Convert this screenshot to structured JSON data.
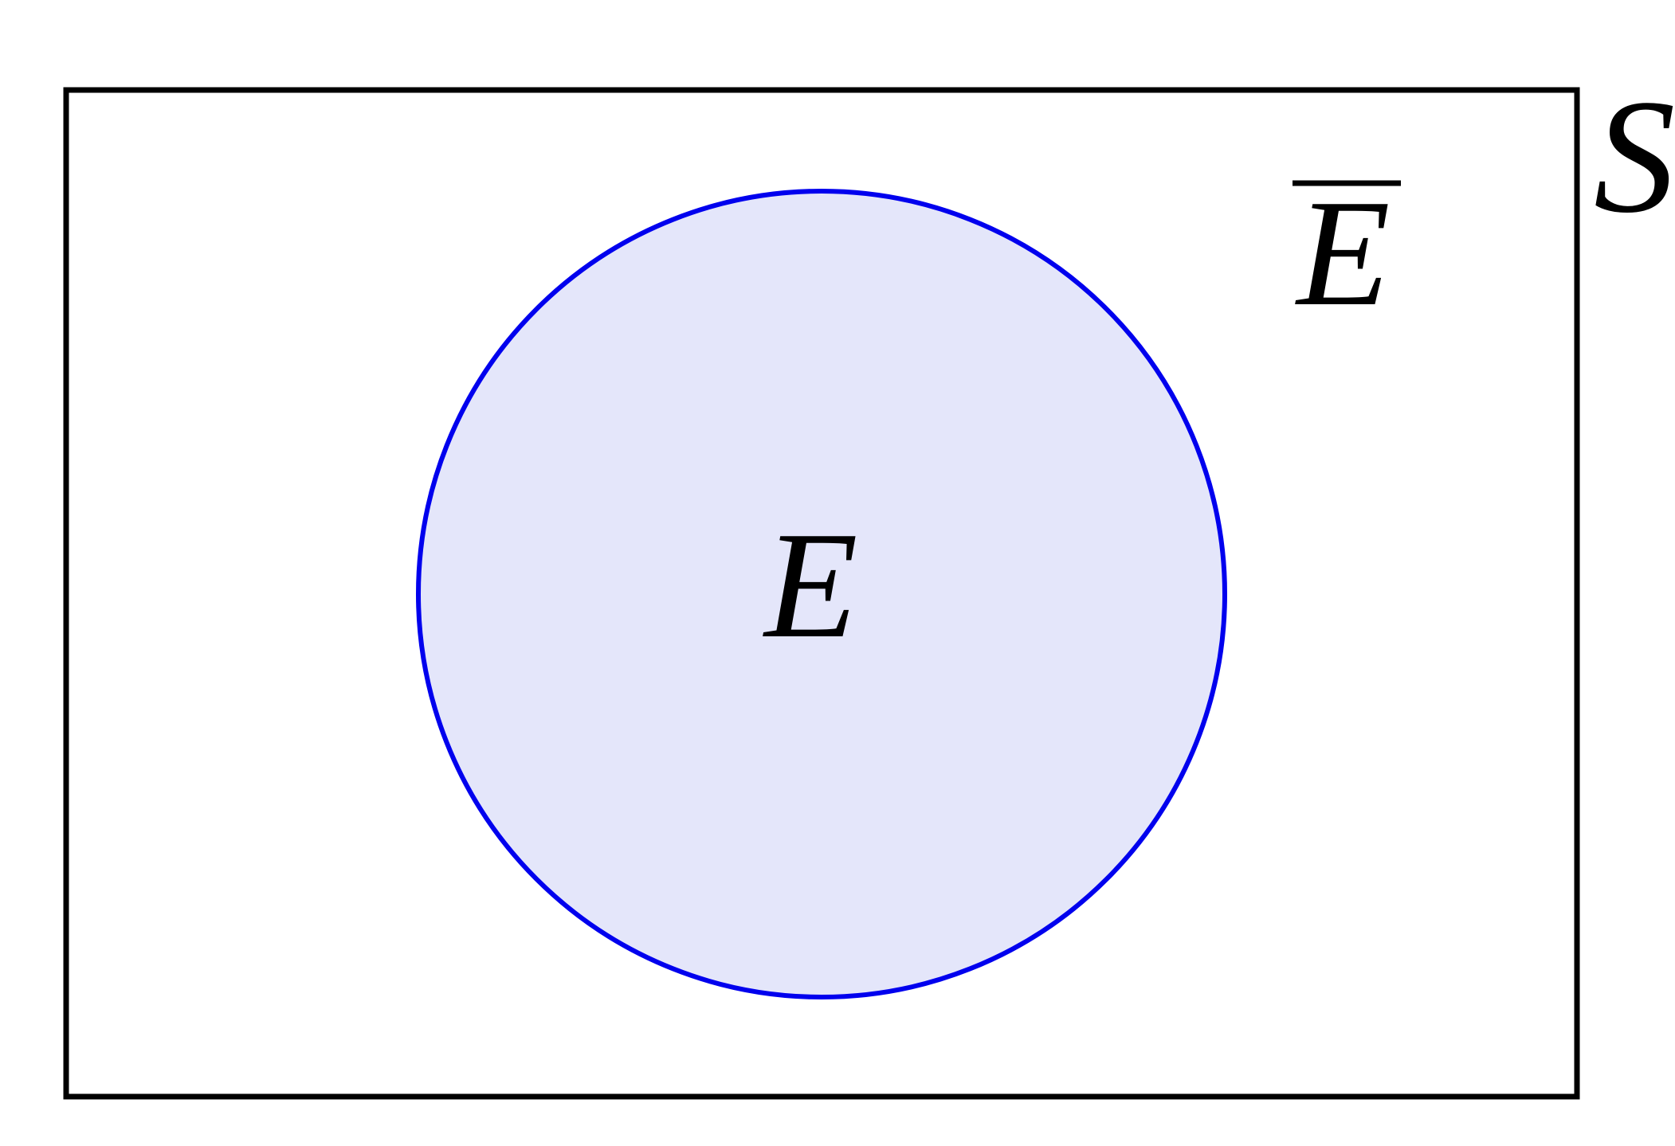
{
  "diagram": {
    "type": "venn",
    "sample_space": {
      "label": "S"
    },
    "event": {
      "label": "E",
      "fill_color": "#e4e6fa",
      "stroke_color": "#0000ee"
    },
    "complement": {
      "label": "E",
      "overline": true
    },
    "frame_color": "#000000"
  }
}
